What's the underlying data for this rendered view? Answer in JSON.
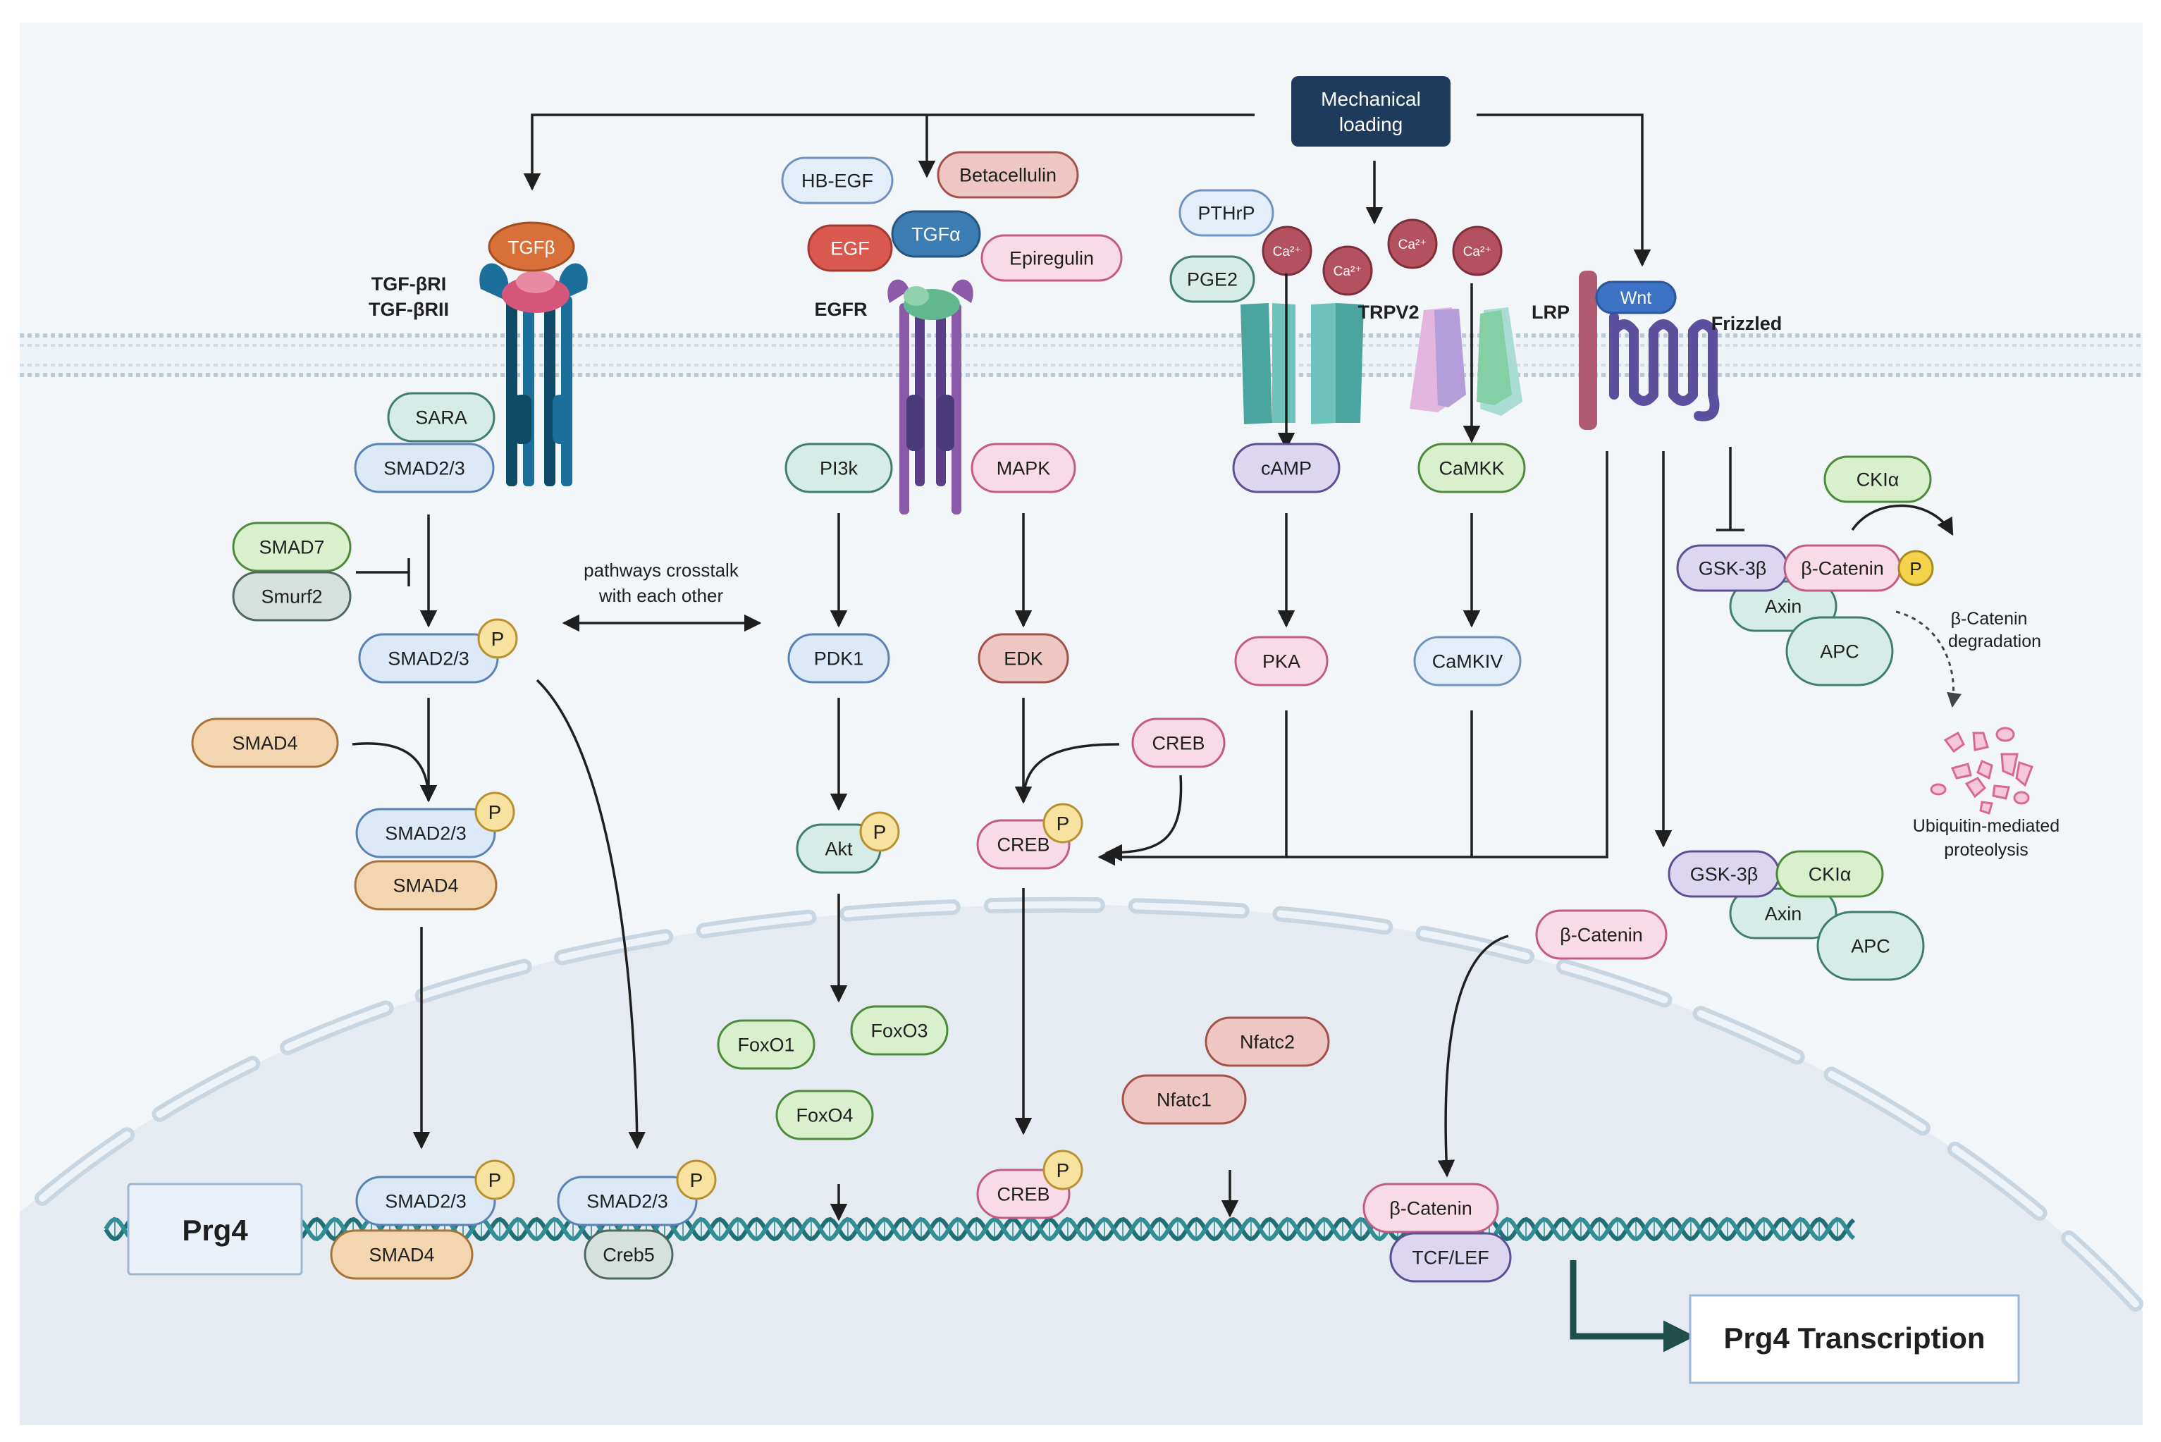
{
  "stimulus": {
    "label_line1": "Mechanical",
    "label_line2": "loading"
  },
  "receptor_labels": {
    "tgfb_receptor_line1": "TGF-βRI",
    "tgfb_receptor_line2": "TGF-βRII",
    "egfr": "EGFR",
    "trpv2": "TRPV2",
    "lrp": "LRP",
    "frizzled": "Frizzled"
  },
  "ligands": {
    "tgfb": "TGFβ",
    "hb_egf": "HB-EGF",
    "betacellulin": "Betacellulin",
    "egf": "EGF",
    "tgfa": "TGFα",
    "epiregulin": "Epiregulin",
    "pthrp": "PTHrP",
    "pge2": "PGE2",
    "wnt": "Wnt",
    "ca": "Ca²⁺"
  },
  "tgfb_pathway": {
    "sara": "SARA",
    "smad23": "SMAD2/3",
    "smad7": "SMAD7",
    "smurf2": "Smurf2",
    "smad4": "SMAD4",
    "creb5": "Creb5",
    "phospho": "P"
  },
  "crosstalk": {
    "line1": "pathways crosstalk",
    "line2": "with each other"
  },
  "egf_pathway": {
    "pi3k": "PI3k",
    "pdk1": "PDK1",
    "akt": "Akt",
    "foxo1": "FoxO1",
    "foxo3": "FoxO3",
    "foxo4": "FoxO4",
    "mapk": "MAPK",
    "edk": "EDK",
    "creb": "CREB"
  },
  "camp_pathway": {
    "camp": "cAMP",
    "pka": "PKA"
  },
  "calcium_pathway": {
    "camkk": "CaMKK",
    "camkiv": "CaMKIV",
    "nfatc1": "Nfatc1",
    "nfatc2": "Nfatc2"
  },
  "wnt_pathway": {
    "ckia": "CKIα",
    "gsk3b": "GSK-3β",
    "bcatenin": "β-Catenin",
    "axin": "Axin",
    "apc": "APC",
    "degradation_line1": "β-Catenin",
    "degradation_line2": "degradation",
    "proteolysis_line1": "Ubiquitin-mediated",
    "proteolysis_line2": "proteolysis",
    "tcflef": "TCF/LEF"
  },
  "nucleus": {
    "gene": "Prg4",
    "transcription": "Prg4 Transcription"
  },
  "colors": {
    "background": "#f2f5f9",
    "nucleus": "#e8edf3",
    "membrane": "#c9d6e2",
    "navy": "#1f3b5c",
    "tgfb_receptor": "#1b6f9a",
    "egfr": "#7a4f9c",
    "channel": "#4aa5a0",
    "phospho": "#f4d24c"
  }
}
